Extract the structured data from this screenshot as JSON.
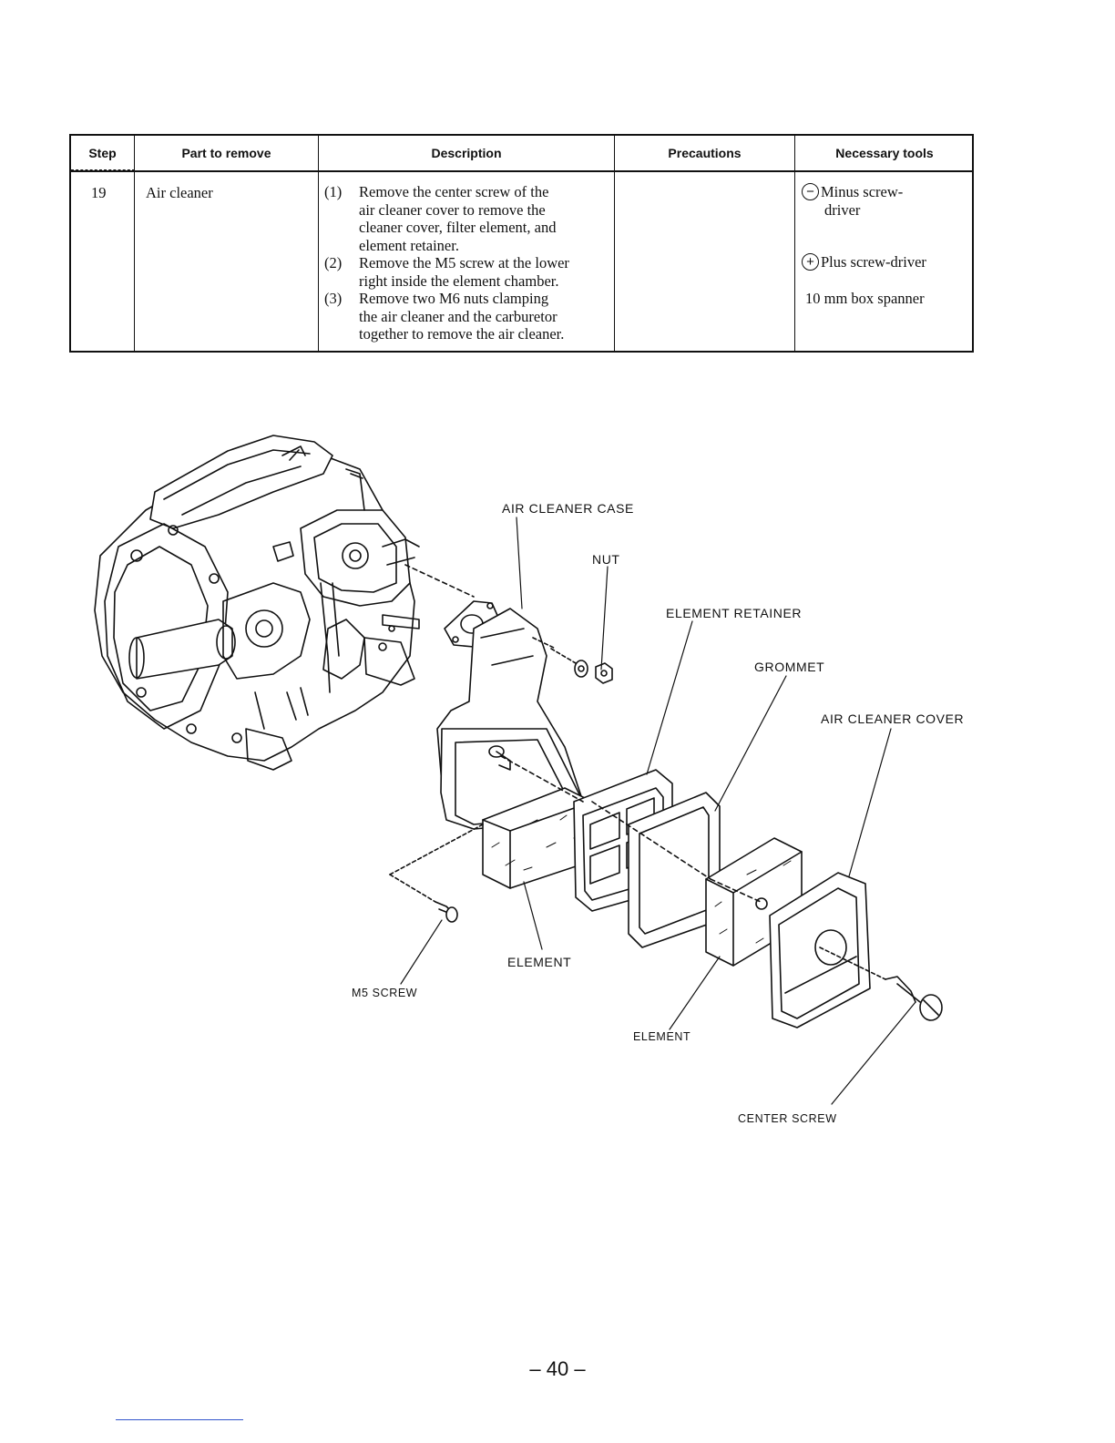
{
  "table": {
    "headers": {
      "step": "Step",
      "part": "Part to remove",
      "description": "Description",
      "precautions": "Precautions",
      "tools": "Necessary tools"
    },
    "row": {
      "step": "19",
      "part": "Air cleaner",
      "description": [
        {
          "num": "(1)",
          "text_lines": [
            "Remove the center screw of the",
            "air cleaner cover to remove the",
            "cleaner cover, filter element, and",
            "element retainer."
          ]
        },
        {
          "num": "(2)",
          "text_lines": [
            "Remove the M5 screw at the lower",
            "right inside the element chamber."
          ]
        },
        {
          "num": "(3)",
          "text_lines": [
            "Remove two M6 nuts clamping",
            "the air cleaner and the carburetor",
            "together to remove the air cleaner."
          ]
        }
      ],
      "precautions": "",
      "tools": {
        "minus_symbol": "−",
        "minus_line1": "Minus screw-",
        "minus_line2": "driver",
        "plus_symbol": "+",
        "plus_text": "Plus screw-driver",
        "spanner": "10 mm box spanner"
      }
    }
  },
  "figure": {
    "labels": {
      "air_cleaner_case": "AIR CLEANER CASE",
      "nut": "NUT",
      "element_retainer": "ELEMENT RETAINER",
      "grommet": "GROMMET",
      "air_cleaner_cover": "AIR CLEANER COVER",
      "element_center": "ELEMENT",
      "m5_screw": "M5 SCREW",
      "element_lower": "ELEMENT",
      "center_screw": "CENTER SCREW"
    }
  },
  "footer": {
    "page_number": "– 40 –"
  }
}
